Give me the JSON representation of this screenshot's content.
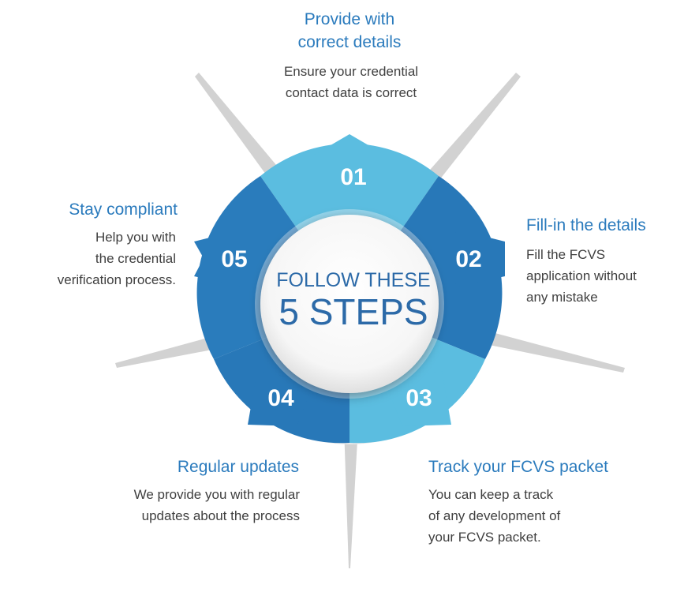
{
  "center": {
    "line1": "FOLLOW THESE",
    "line2": "5 STEPS"
  },
  "steps": [
    {
      "number": "01",
      "title_lines": [
        "Provide with",
        "correct details"
      ],
      "desc_lines": [
        "Ensure your credential",
        "contact data is correct"
      ]
    },
    {
      "number": "02",
      "title_lines": [
        "Fill-in the details"
      ],
      "desc_lines": [
        "Fill the FCVS",
        "application without",
        "any mistake"
      ]
    },
    {
      "number": "03",
      "title_lines": [
        "Track your FCVS packet"
      ],
      "desc_lines": [
        "You can keep a track",
        "of any development of",
        "your FCVS packet."
      ]
    },
    {
      "number": "04",
      "title_lines": [
        "Regular updates"
      ],
      "desc_lines": [
        "We provide you with regular",
        "updates about the process"
      ]
    },
    {
      "number": "05",
      "title_lines": [
        "Stay compliant"
      ],
      "desc_lines": [
        "Help you with",
        "the credential",
        "verification process."
      ]
    }
  ],
  "colors": {
    "light_blue": "#5bbde0",
    "dark_blue": "#2878b8",
    "title_blue": "#2b7bbd",
    "text_gray": "#3f3f3f"
  }
}
